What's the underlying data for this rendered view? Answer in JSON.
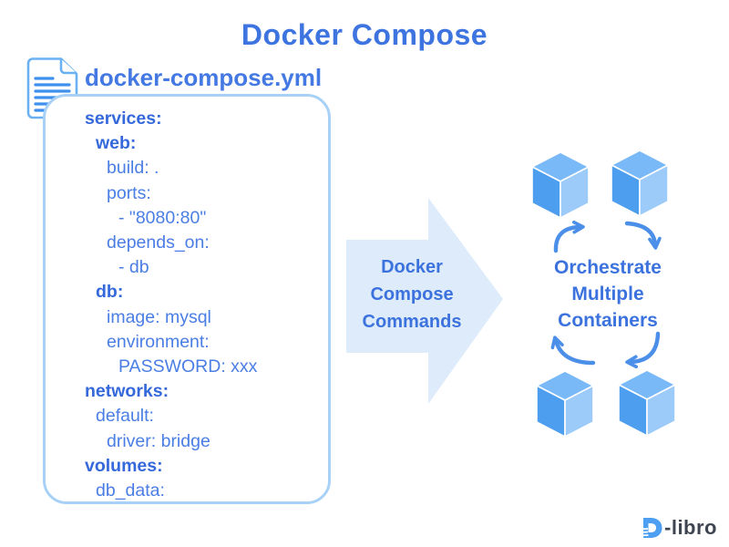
{
  "title": "Docker Compose",
  "file": {
    "name": "docker-compose.yml",
    "icon": "yaml-file-icon"
  },
  "code": {
    "lines": [
      {
        "text": "services:",
        "bold": true,
        "indent": 0
      },
      {
        "text": "web:",
        "bold": true,
        "indent": 1
      },
      {
        "text": "build: .",
        "bold": false,
        "indent": 2
      },
      {
        "text": "ports:",
        "bold": false,
        "indent": 2
      },
      {
        "text": "- \"8080:80\"",
        "bold": false,
        "indent": 3
      },
      {
        "text": "depends_on:",
        "bold": false,
        "indent": 2
      },
      {
        "text": "- db",
        "bold": false,
        "indent": 3
      },
      {
        "text": "db:",
        "bold": true,
        "indent": 1
      },
      {
        "text": "image: mysql",
        "bold": false,
        "indent": 2
      },
      {
        "text": "environment:",
        "bold": false,
        "indent": 2
      },
      {
        "text": "PASSWORD: xxx",
        "bold": false,
        "indent": 3
      },
      {
        "text": "networks:",
        "bold": true,
        "indent": 0
      },
      {
        "text": "default:",
        "bold": false,
        "indent": 1
      },
      {
        "text": "driver: bridge",
        "bold": false,
        "indent": 2
      },
      {
        "text": "volumes:",
        "bold": true,
        "indent": 0
      },
      {
        "text": "db_data:",
        "bold": false,
        "indent": 1
      }
    ]
  },
  "arrow": {
    "label": "Docker Compose Commands",
    "icon": "right-block-arrow"
  },
  "result": {
    "label": "Orchestrate Multiple Containers",
    "cube_icon": "container-cube-icon",
    "cycle_icon": "curved-cycle-arrows",
    "cube_count": 4
  },
  "logo": {
    "text": "-libro",
    "icon": "dlibro-d-icon"
  },
  "colors": {
    "title_blue": "#3D74E0",
    "code_bold_blue": "#3568DB",
    "code_regular_blue": "#4A7EE5",
    "box_border": "#A8D1F8",
    "doc_outline": "#69B1F3",
    "doc_lines": "#3F90EC",
    "block_arrow_fill": "#DEEBFA",
    "arrow_text": "#3B72DE",
    "cycle_arrow": "#4B8FE9",
    "cube_top": "#79B9F7",
    "cube_left": "#4E9EEF",
    "cube_right": "#9CCAF9",
    "logo_blue": "#4D9FF2",
    "logo_text": "#3E4450"
  }
}
